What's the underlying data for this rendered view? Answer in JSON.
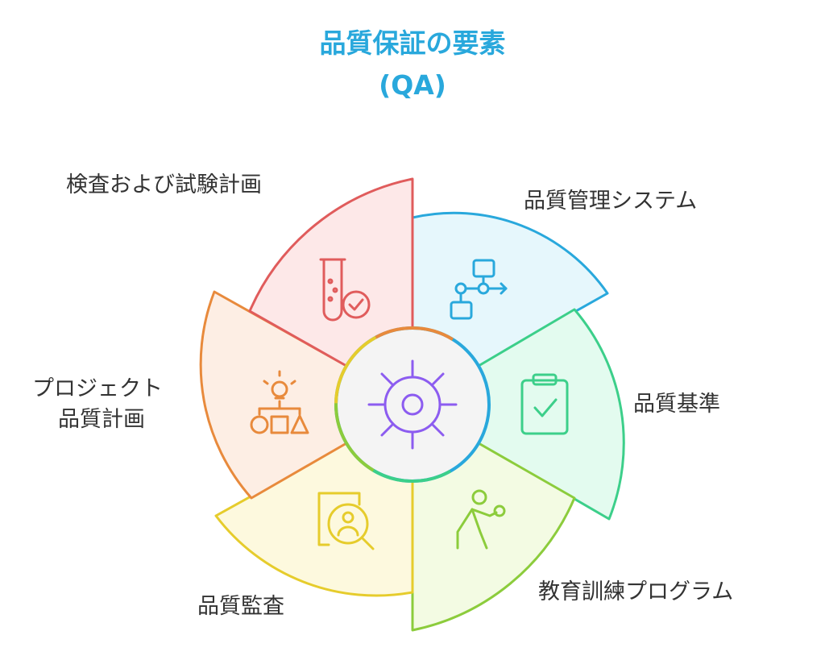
{
  "title": {
    "line1": "品質保証の要素",
    "line2": "(QA)"
  },
  "center": {
    "icon": "gear-sun-icon"
  },
  "segments": [
    {
      "id": "system",
      "label": "品質管理システム",
      "icon": "flowchart-icon",
      "fill": "#e6f7fc",
      "stroke": "#29a8dc"
    },
    {
      "id": "standards",
      "label": "品質基準",
      "icon": "clipboard-check-icon",
      "fill": "#e3fbef",
      "stroke": "#3ccf8a"
    },
    {
      "id": "training",
      "label": "教育訓練プログラム",
      "icon": "trainer-icon",
      "fill": "#f3fbe3",
      "stroke": "#8ccc3c"
    },
    {
      "id": "audit",
      "label": "品質監査",
      "icon": "inspect-person-icon",
      "fill": "#fdf9de",
      "stroke": "#e6cc2c"
    },
    {
      "id": "planning",
      "label_line1": "プロジェクト",
      "label_line2": "品質計画",
      "icon": "idea-shapes-icon",
      "fill": "#fdeee4",
      "stroke": "#e88a3c"
    },
    {
      "id": "testing",
      "label": "検査および試験計画",
      "icon": "test-tube-check-icon",
      "fill": "#fde8e8",
      "stroke": "#e05c5c"
    }
  ],
  "colors": {
    "title": "#29a8dc",
    "center_fill": "#f4f4f4",
    "center_stroke": "#8c5cf0"
  }
}
